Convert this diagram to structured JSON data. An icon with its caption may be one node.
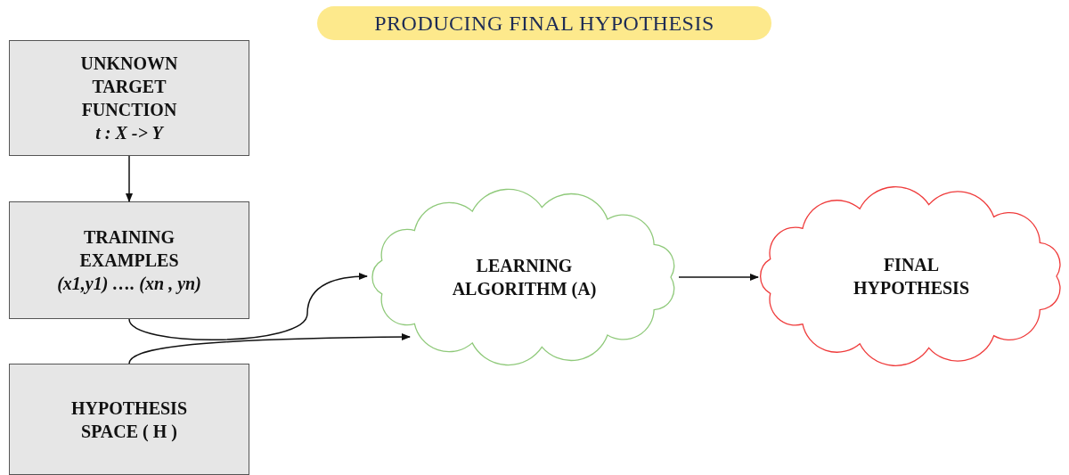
{
  "diagram": {
    "title": "PRODUCING FINAL HYPOTHESIS",
    "nodes": [
      {
        "text": [
          "UNKNOWN TARGET FUNCTION",
          "t : X -> Y"
        ]
      },
      {
        "text": [
          "TRAINING EXAMPLES",
          "(x1,y1) …. (xn , yn)"
        ]
      },
      {
        "text": [
          "HYPOTHESIS SPACE ( H )"
        ]
      },
      {
        "text": [
          "LEARNING ALGORITHM (A)"
        ]
      },
      {
        "text": [
          "FINAL HYPOTHESIS"
        ]
      }
    ],
    "edges": [
      {
        "from": 0,
        "to": 1,
        "arrow": "to"
      },
      {
        "from": 1,
        "to": 3,
        "arrow": "to"
      },
      {
        "from": 2,
        "to": 3,
        "arrow": "to"
      },
      {
        "from": 3,
        "to": 4,
        "arrow": "to"
      }
    ]
  }
}
